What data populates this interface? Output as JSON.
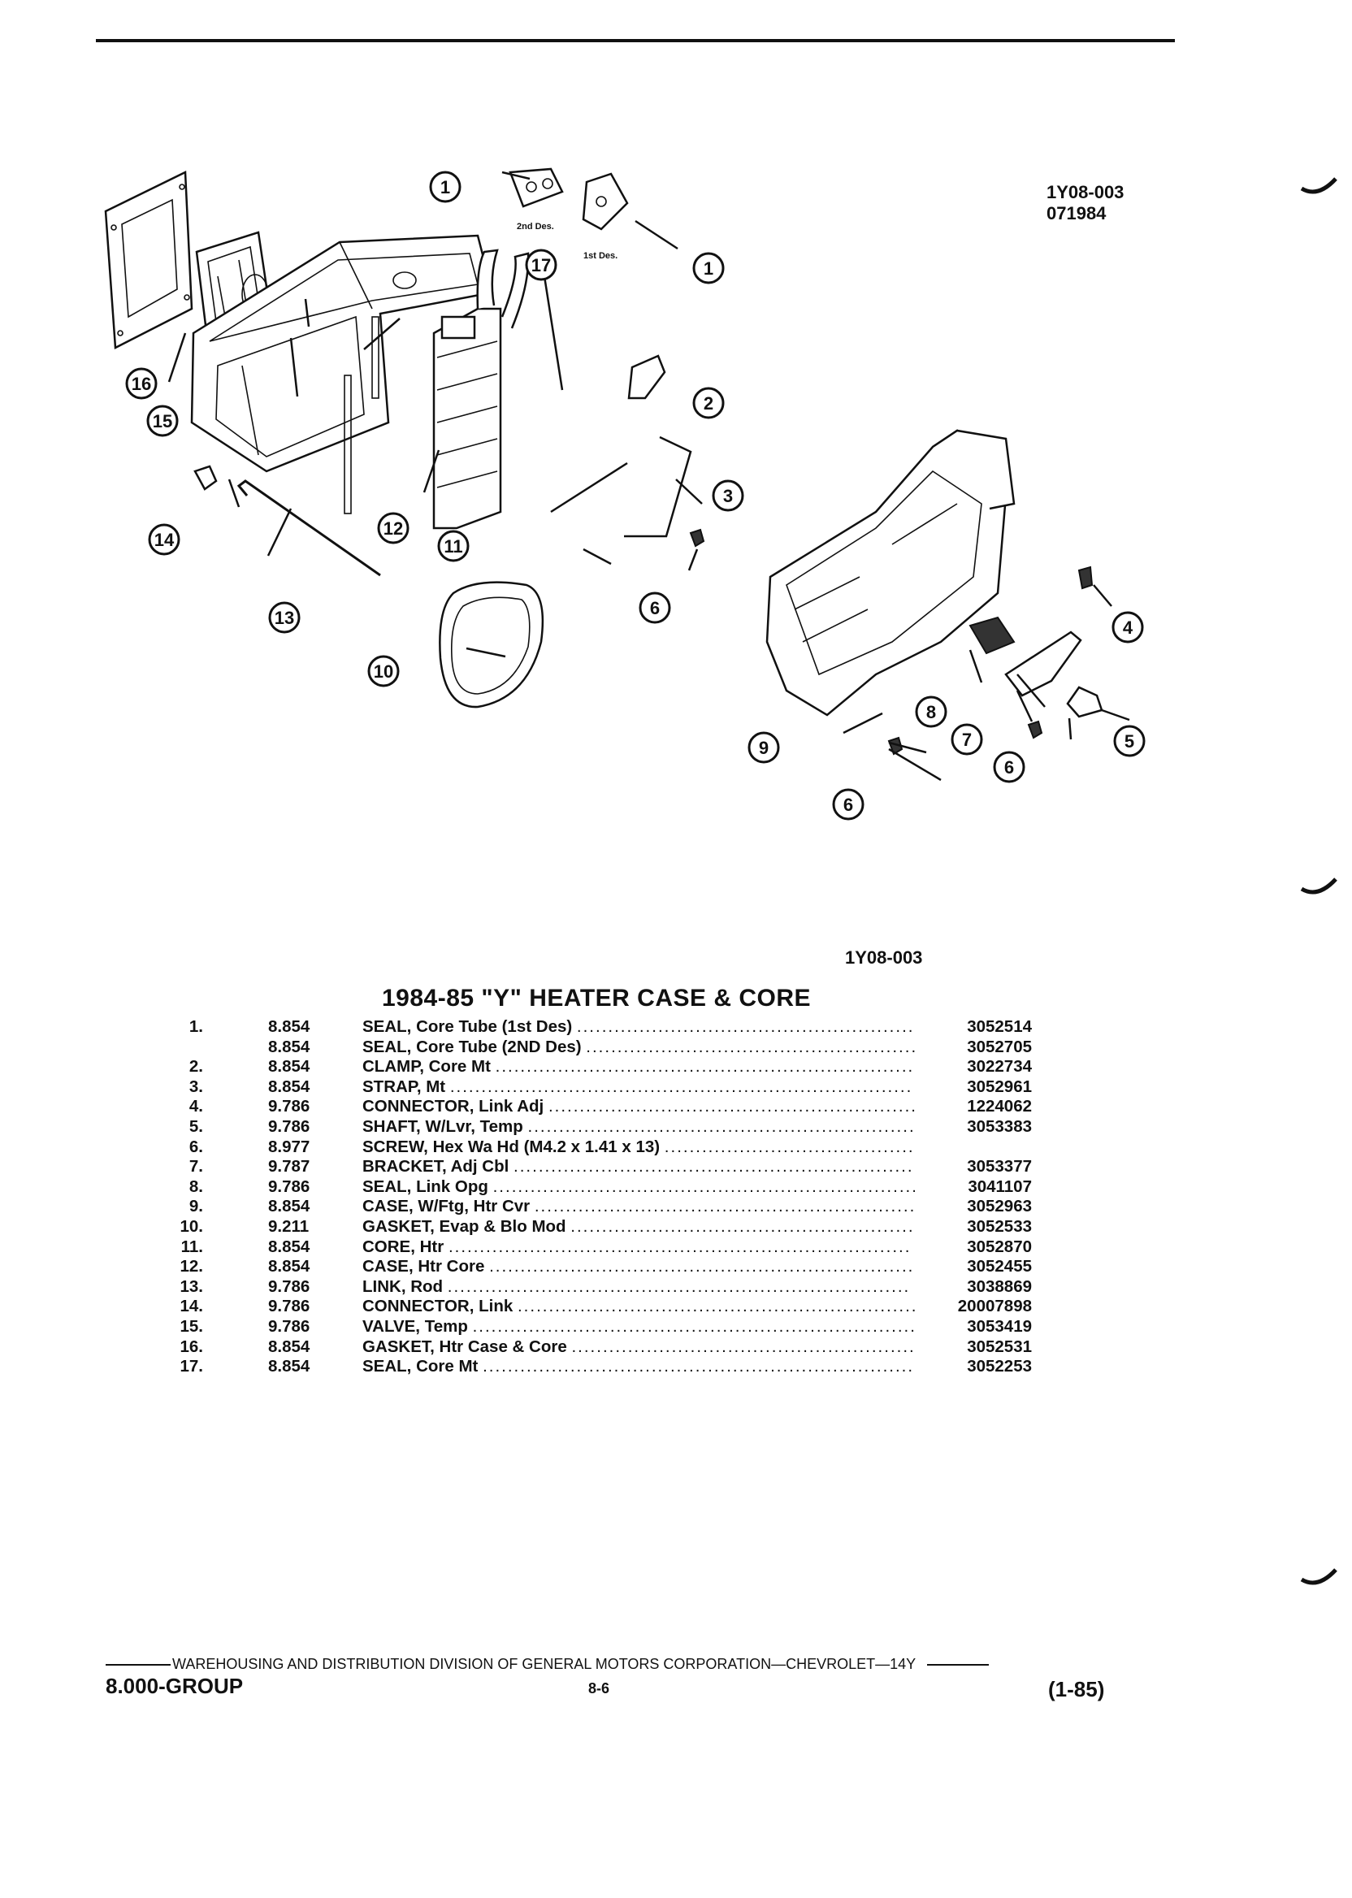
{
  "header": {
    "diagram_ref": "1Y08-003",
    "diagram_date": "071984"
  },
  "diagram": {
    "ref_below": "1Y08-003",
    "design_labels": [
      "2nd Des.",
      "1st Des."
    ],
    "callouts": [
      "1",
      "1",
      "2",
      "3",
      "4",
      "5",
      "6",
      "6",
      "6",
      "7",
      "8",
      "9",
      "10",
      "11",
      "12",
      "13",
      "14",
      "15",
      "16",
      "17"
    ]
  },
  "section_title": "1984-85 \"Y\" HEATER CASE & CORE",
  "parts": [
    {
      "num": "1.",
      "group": "8.854",
      "desc": "SEAL, Core Tube (1st Des)",
      "part_no": "3052514"
    },
    {
      "num": "",
      "group": "8.854",
      "desc": "SEAL, Core Tube (2ND Des)",
      "part_no": "3052705"
    },
    {
      "num": "2.",
      "group": "8.854",
      "desc": "CLAMP, Core Mt",
      "part_no": "3022734"
    },
    {
      "num": "3.",
      "group": "8.854",
      "desc": "STRAP, Mt",
      "part_no": "3052961"
    },
    {
      "num": "4.",
      "group": "9.786",
      "desc": "CONNECTOR, Link Adj",
      "part_no": "1224062"
    },
    {
      "num": "5.",
      "group": "9.786",
      "desc": "SHAFT, W/Lvr, Temp",
      "part_no": "3053383"
    },
    {
      "num": "6.",
      "group": "8.977",
      "desc": "SCREW, Hex Wa Hd (M4.2 x 1.41 x 13)",
      "part_no": ""
    },
    {
      "num": "7.",
      "group": "9.787",
      "desc": "BRACKET, Adj Cbl",
      "part_no": "3053377"
    },
    {
      "num": "8.",
      "group": "9.786",
      "desc": "SEAL, Link Opg",
      "part_no": "3041107"
    },
    {
      "num": "9.",
      "group": "8.854",
      "desc": "CASE, W/Ftg, Htr Cvr",
      "part_no": "3052963"
    },
    {
      "num": "10.",
      "group": "9.211",
      "desc": "GASKET, Evap & Blo Mod",
      "part_no": "3052533"
    },
    {
      "num": "11.",
      "group": "8.854",
      "desc": "CORE, Htr",
      "part_no": "3052870"
    },
    {
      "num": "12.",
      "group": "8.854",
      "desc": "CASE, Htr Core",
      "part_no": "3052455"
    },
    {
      "num": "13.",
      "group": "9.786",
      "desc": "LINK, Rod",
      "part_no": "3038869"
    },
    {
      "num": "14.",
      "group": "9.786",
      "desc": "CONNECTOR, Link",
      "part_no": "20007898"
    },
    {
      "num": "15.",
      "group": "9.786",
      "desc": "VALVE, Temp",
      "part_no": "3053419"
    },
    {
      "num": "16.",
      "group": "8.854",
      "desc": "GASKET, Htr Case & Core",
      "part_no": "3052531"
    },
    {
      "num": "17.",
      "group": "8.854",
      "desc": "SEAL, Core Mt",
      "part_no": "3052253"
    }
  ],
  "footer": {
    "line": "WAREHOUSING AND DISTRIBUTION DIVISION OF GENERAL MOTORS CORPORATION—CHEVROLET—14Y",
    "group": "8.000-GROUP",
    "page": "8-6",
    "date": "(1-85)"
  }
}
